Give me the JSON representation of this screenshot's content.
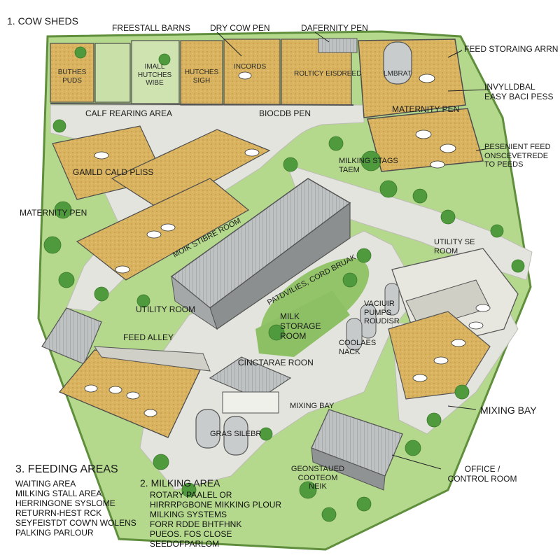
{
  "labels": {
    "cow_sheds": "1. COW SHEDS",
    "freestall_barns": "FREESTALL BARNS",
    "dry_cow_pen": "DRY COW PEN",
    "dafernity_pen": "DAFERNITY PEN",
    "feed_storaing": "FEED STORAING ARRN",
    "butches_puds": "BUTHES PUDS",
    "imall_hutches": "IMALL HUTCHES WIBE",
    "hutches_sigh": "HUTCHES SIGH",
    "incords": "INCORDS",
    "rolticy": "ROLTICY EISDREED",
    "lmbrat": "LMBRAT",
    "invyllbal": "INVYLLDBAL EASY BACI PESS",
    "maternity_pen_right": "MATERNITY PEN",
    "calf_rearing": "CALF REARING AREA",
    "biocdb_pen": "BIOCDB PEN",
    "pesenient": "PESENIENT FEED ONSCEVETREDE TO PEEDS",
    "gamld_cald": "GAMLD CALD PLISS",
    "milking_stags": "MILKING STAGS TAEM",
    "maternity_pen_left": "MATERNITY PEN",
    "utility_se_room": "UTILITY SE ROOM",
    "moik_stibre": "MOIK STIBRE ROOM",
    "patdvilies": "PATDVILIES, CORD BRUAK",
    "vaciuir": "VACIUIR PUMPS ROUDISR",
    "utility_room": "UTILITY ROOM",
    "milk_storage": "MILK STORAGE ROOM",
    "coolaes": "COOLAES NACK",
    "feed_alley": "FEED ALLEY",
    "cinctarae": "CINCTARAE ROON",
    "mixing_bay_small": "MIXING BAY",
    "mixing_bay": "MIXING BAY",
    "gras_silebr": "GRAS SILEBR",
    "office": "OFFICE / CONTROL ROOM",
    "geonstaued": "GEONSTAUED COOTEOM NEIK",
    "feeding_areas": "3. FEEDING AREAS",
    "milking_area": "2. MILKING AREA"
  },
  "feeding_list": [
    "WAITING AREA",
    "MILKING STALL AREA",
    "HERRINGONE SYSLOME",
    "RETURRN-HEST RCK",
    "SEYFEISTDT COW'N WOLENS",
    "PALKING PARLOUR"
  ],
  "milking_list": [
    "ROTARY PAALEL OR",
    "HIRRRPGBONE MIKKING PLOUR",
    "MILKING SYSTEMS",
    "FORR RDDE BHTFHNK",
    "PUEOS. FOS CLOSE",
    "SEEDOFPARLOM"
  ],
  "colors": {
    "grass": "#a8cf7e",
    "grass_dark": "#7fb35a",
    "road": "#e2e2dc",
    "straw": "#d9b35f",
    "roof": "#b9bcbc",
    "tree": "#4f9a3c"
  }
}
